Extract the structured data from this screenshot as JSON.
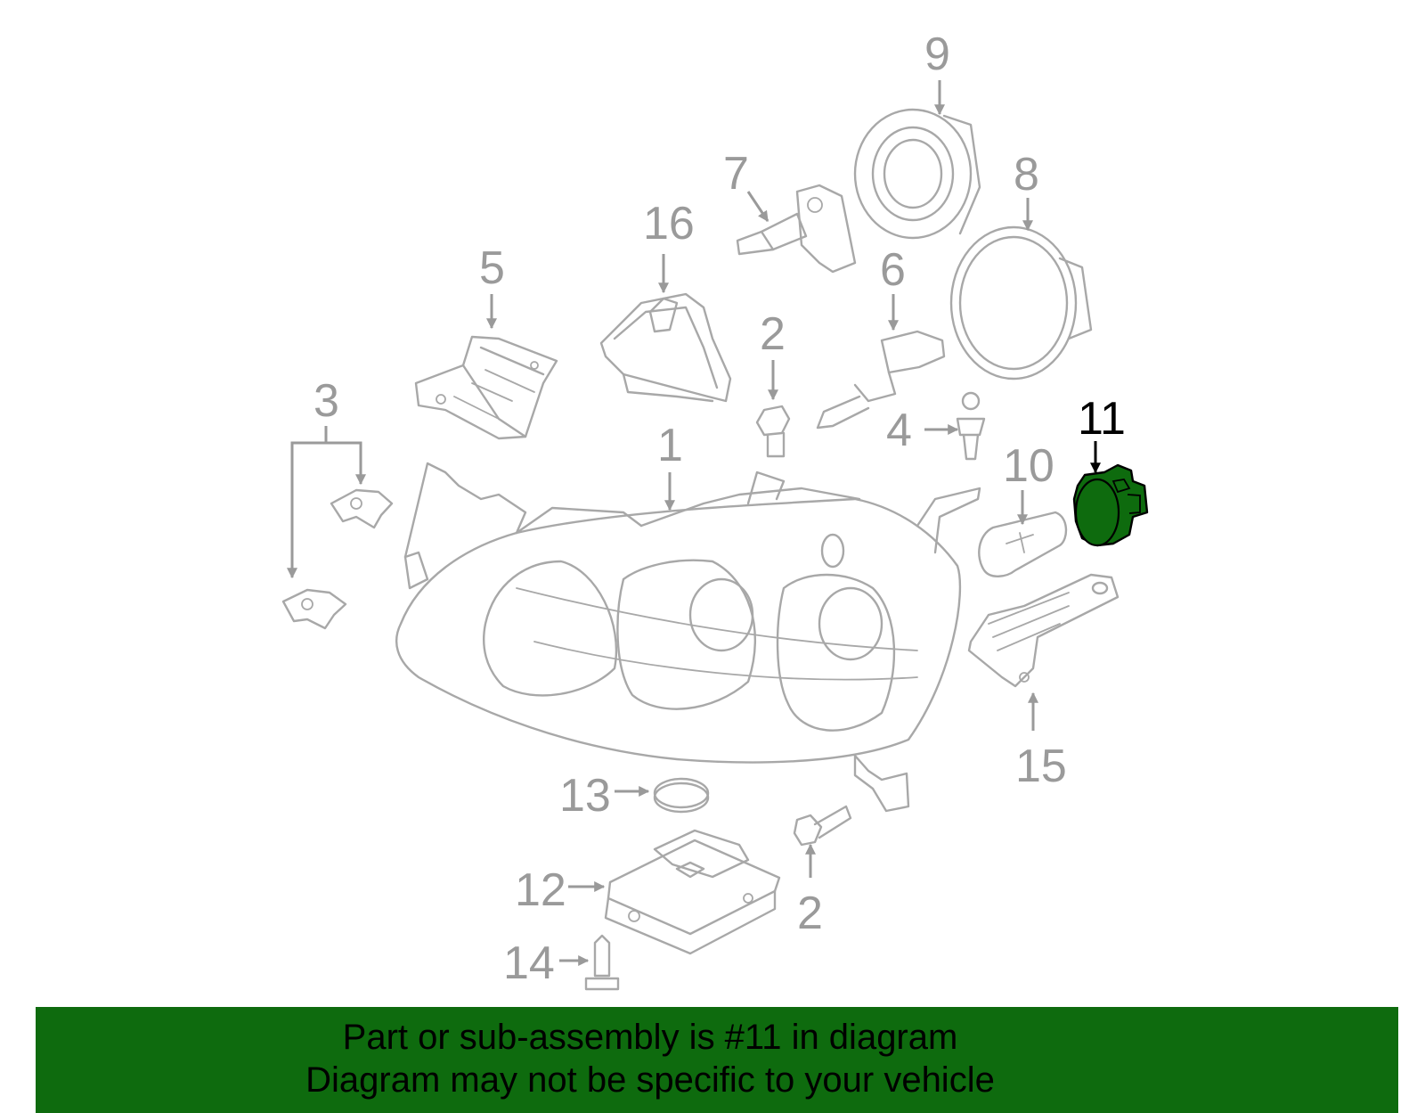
{
  "diagram": {
    "callouts": {
      "c1": "1",
      "c2a": "2",
      "c2b": "2",
      "c3": "3",
      "c4": "4",
      "c5": "5",
      "c6": "6",
      "c7": "7",
      "c8": "8",
      "c9": "9",
      "c10": "10",
      "c11": "11",
      "c12": "12",
      "c13": "13",
      "c14": "14",
      "c15": "15",
      "c16": "16"
    },
    "highlight_part": "11",
    "colors": {
      "line_gray": "#a8a8a8",
      "highlight_green": "#0e6b0e",
      "highlight_text": "#000000"
    }
  },
  "footer": {
    "line1": "Part or sub-assembly is #11 in diagram",
    "line2": "Diagram may not be specific to your vehicle"
  }
}
